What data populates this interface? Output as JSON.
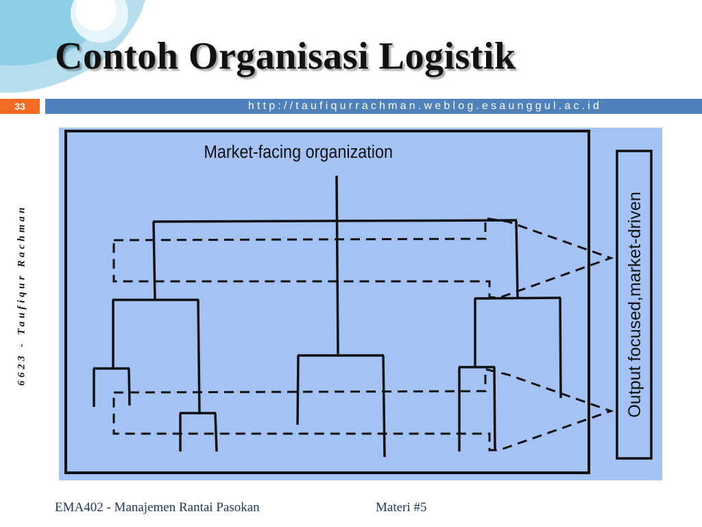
{
  "slide": {
    "title": "Contoh Organisasi Logistik",
    "url": "http://taufiqurrachman.weblog.esaunggul.ac.id",
    "number": "33",
    "side_text": "6623 - Taufiqur Rachman"
  },
  "diagram": {
    "heading": "Market-facing organization",
    "output_label": "Output focused,market-driven"
  },
  "footer": {
    "course": "EMA402 - Manajemen Rantai Pasokan",
    "session": "Materi #5"
  },
  "colors": {
    "accent_bar": "#4f81bd",
    "slide_number_bg": "#f26b21",
    "diagram_bg": "#a4c2f4",
    "decor": "#9fd3e6"
  }
}
